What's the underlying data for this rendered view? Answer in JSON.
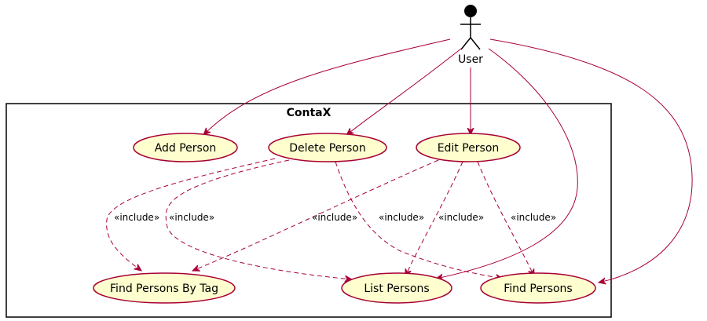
{
  "diagram": {
    "system_title": "ContaX",
    "actor": {
      "label": "User"
    },
    "use_cases": {
      "add_person": "Add Person",
      "delete_person": "Delete Person",
      "edit_person": "Edit Person",
      "find_by_tag": "Find Persons By Tag",
      "list_persons": "List Persons",
      "find_persons": "Find Persons"
    },
    "include_label": "«include»",
    "colors": {
      "usecase_fill": "#FEFECE",
      "stroke": "#A80036",
      "frame": "#000000"
    }
  }
}
